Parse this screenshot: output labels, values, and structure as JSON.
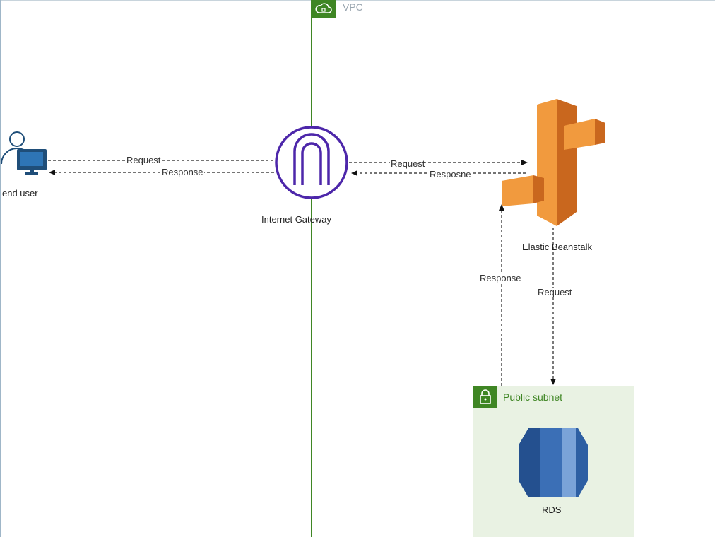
{
  "vpc": {
    "label": "VPC",
    "icon": "cloud-lock-icon"
  },
  "subnet": {
    "label": "Public subnet",
    "icon": "lock-icon"
  },
  "nodes": {
    "end_user": {
      "label": "end user",
      "icon": "user-computer-icon"
    },
    "internet_gateway": {
      "label": "Internet Gateway",
      "icon": "internet-gateway-icon"
    },
    "elastic_beanstalk": {
      "label": "Elastic Beanstalk",
      "icon": "elastic-beanstalk-icon"
    },
    "rds": {
      "label": "RDS",
      "icon": "rds-database-icon"
    }
  },
  "edges": {
    "user_to_igw": "Request",
    "igw_to_user": "Response",
    "igw_to_eb": "Request",
    "eb_to_igw": "Resposne",
    "rds_to_eb": "Response",
    "eb_to_rds": "Request"
  },
  "colors": {
    "vpc_green": "#3f8624",
    "subnet_fill": "#e9f2e3",
    "gateway_purple": "#4d27aa",
    "beanstalk_orange": "#e7852a",
    "rds_blue": "#3b6fb6",
    "user_blue": "#1f4e79"
  }
}
